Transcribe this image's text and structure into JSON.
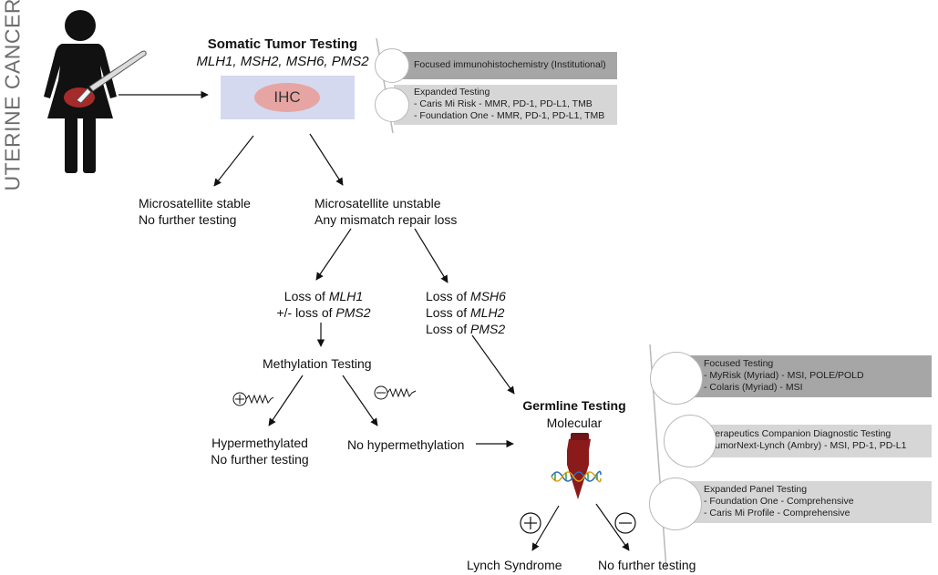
{
  "side_title": "UTERINE CANCER",
  "somatic": {
    "title": "Somatic Tumor Testing",
    "genes": "MLH1, MSH2, MSH6, PMS2",
    "ihc_label": "IHC"
  },
  "somatic_options": [
    {
      "lines": [
        "Focused immunohistochemistry (Institutional)"
      ]
    },
    {
      "lines": [
        "Expanded Testing",
        "- Caris Mi Risk - MMR, PD-1, PD-L1, TMB",
        "- Foundation One - MMR, PD-1, PD-L1, TMB"
      ]
    }
  ],
  "stable": {
    "line1": "Microsatellite stable",
    "line2": "No further testing"
  },
  "unstable": {
    "line1": "Microsatellite unstable",
    "line2": "Any mismatch repair loss"
  },
  "loss_mlh1": {
    "prefix1": "Loss of ",
    "gene1": "MLH1",
    "prefix2": "+/- loss of ",
    "gene2": "PMS2"
  },
  "loss_msh6": {
    "prefix": "Loss of ",
    "gene1": "MSH6",
    "gene2": "MLH2",
    "gene3": "PMS2"
  },
  "methylation": "Methylation Testing",
  "hypermethylated": {
    "line1": "Hypermethylated",
    "line2": "No further testing"
  },
  "no_hypermethylation": "No hypermethylation",
  "germline": {
    "title": "Germline Testing",
    "subtitle": "Molecular"
  },
  "germline_options": [
    {
      "lines": [
        "Focused Testing",
        "- MyRisk (Myriad) - MSI, POLE/POLD",
        "- Colaris (Myriad) - MSI"
      ]
    },
    {
      "lines": [
        "Therapeutics Companion Diagnostic Testing",
        "- TumorNext-Lynch (Ambry) - MSI, PD-1, PD-L1"
      ]
    },
    {
      "lines": [
        "Expanded Panel Testing",
        "- Foundation One - Comprehensive",
        "- Caris Mi Profile - Comprehensive"
      ]
    }
  ],
  "lynch": "Lynch Syndrome",
  "no_further": "No further testing",
  "colors": {
    "ihc_box": "#d4d9ef",
    "ihc_ellipse": "#e6a5a3",
    "bar_dark": "#a6a6a6",
    "bar_light": "#d6d6d6",
    "tube": "#8b1a1a",
    "uterus": "#a52a2a",
    "side_title": "#6e6e6e"
  }
}
